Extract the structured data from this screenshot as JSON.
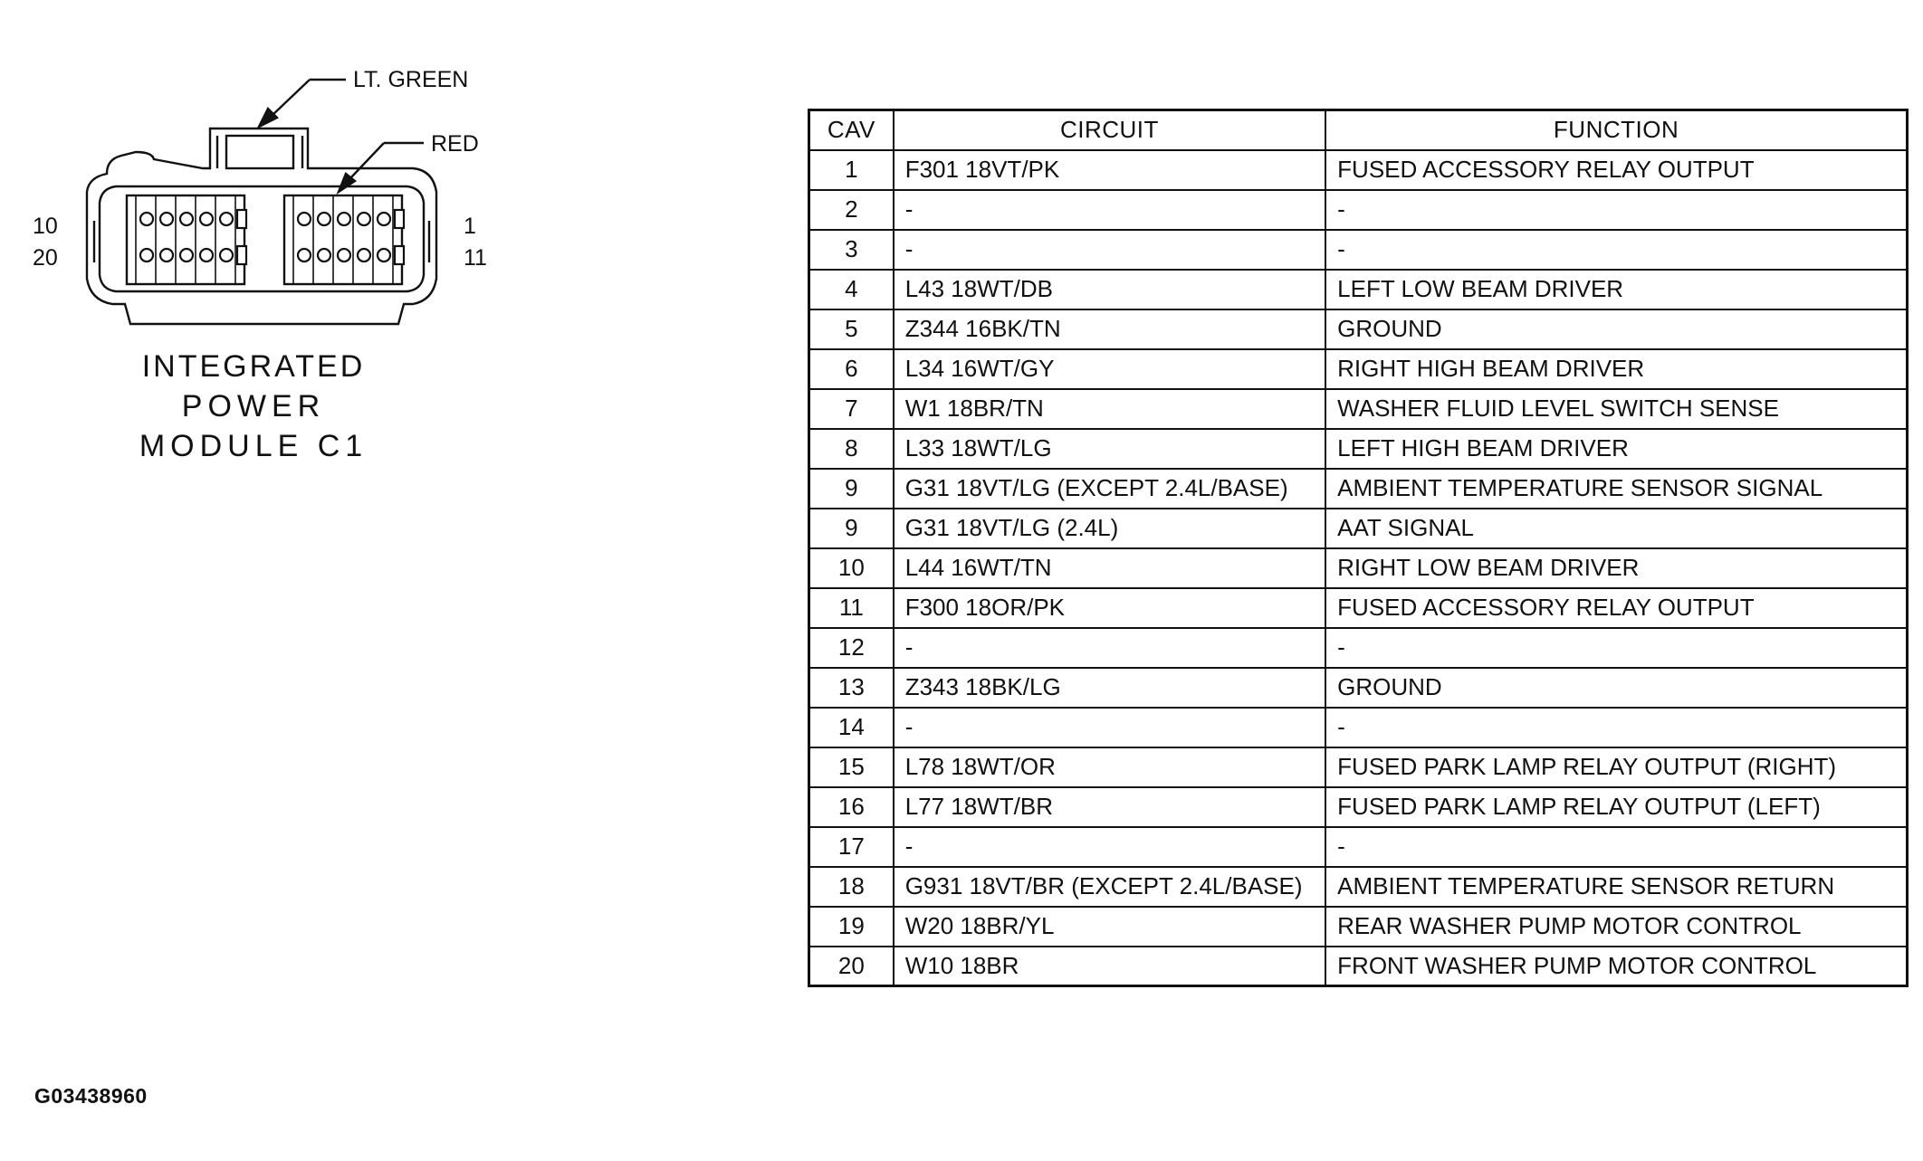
{
  "connector": {
    "wire_color_labels": [
      "LT. GREEN",
      "RED"
    ],
    "pin_numbers": {
      "top_left": "10",
      "bottom_left": "20",
      "top_right": "1",
      "bottom_right": "11"
    },
    "name_lines": [
      "INTEGRATED",
      "POWER",
      "MODULE C1"
    ]
  },
  "table": {
    "headers": {
      "cav": "CAV",
      "circuit": "CIRCUIT",
      "function": "FUNCTION"
    },
    "rows": [
      {
        "cav": "1",
        "circuit": "F301 18VT/PK",
        "function": "FUSED ACCESSORY RELAY OUTPUT"
      },
      {
        "cav": "2",
        "circuit": "-",
        "function": "-"
      },
      {
        "cav": "3",
        "circuit": "-",
        "function": "-"
      },
      {
        "cav": "4",
        "circuit": "L43 18WT/DB",
        "function": "LEFT LOW BEAM DRIVER"
      },
      {
        "cav": "5",
        "circuit": "Z344 16BK/TN",
        "function": "GROUND"
      },
      {
        "cav": "6",
        "circuit": "L34 16WT/GY",
        "function": "RIGHT HIGH BEAM DRIVER"
      },
      {
        "cav": "7",
        "circuit": "W1 18BR/TN",
        "function": "WASHER FLUID LEVEL SWITCH SENSE"
      },
      {
        "cav": "8",
        "circuit": "L33 18WT/LG",
        "function": "LEFT HIGH BEAM DRIVER"
      },
      {
        "cav": "9",
        "circuit": "G31 18VT/LG (EXCEPT 2.4L/BASE)",
        "function": "AMBIENT TEMPERATURE SENSOR SIGNAL"
      },
      {
        "cav": "9",
        "circuit": "G31 18VT/LG (2.4L)",
        "function": "AAT SIGNAL"
      },
      {
        "cav": "10",
        "circuit": "L44 16WT/TN",
        "function": "RIGHT LOW BEAM DRIVER"
      },
      {
        "cav": "11",
        "circuit": "F300 18OR/PK",
        "function": "FUSED ACCESSORY RELAY OUTPUT"
      },
      {
        "cav": "12",
        "circuit": "-",
        "function": "-"
      },
      {
        "cav": "13",
        "circuit": "Z343 18BK/LG",
        "function": "GROUND"
      },
      {
        "cav": "14",
        "circuit": "-",
        "function": "-"
      },
      {
        "cav": "15",
        "circuit": "L78 18WT/OR",
        "function": "FUSED PARK LAMP RELAY OUTPUT (RIGHT)"
      },
      {
        "cav": "16",
        "circuit": "L77 18WT/BR",
        "function": "FUSED PARK LAMP RELAY OUTPUT (LEFT)"
      },
      {
        "cav": "17",
        "circuit": "-",
        "function": "-"
      },
      {
        "cav": "18",
        "circuit": "G931 18VT/BR (EXCEPT 2.4L/BASE)",
        "function": "AMBIENT TEMPERATURE SENSOR RETURN"
      },
      {
        "cav": "19",
        "circuit": "W20 18BR/YL",
        "function": "REAR WASHER PUMP MOTOR CONTROL"
      },
      {
        "cav": "20",
        "circuit": "W10 18BR",
        "function": "FRONT WASHER PUMP MOTOR CONTROL"
      }
    ]
  },
  "figure_id": "G03438960"
}
